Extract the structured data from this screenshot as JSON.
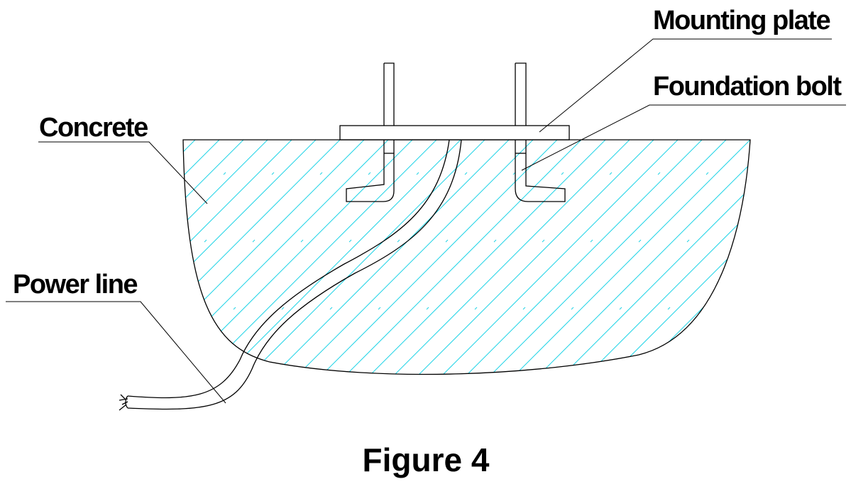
{
  "labels": {
    "mounting_plate": "Mounting plate",
    "foundation_bolt": "Foundation bolt",
    "concrete": "Concrete",
    "power_line": "Power line"
  },
  "caption": "Figure 4",
  "colors": {
    "hatch": "#1fd3e6",
    "line": "#000000",
    "background": "#ffffff"
  }
}
